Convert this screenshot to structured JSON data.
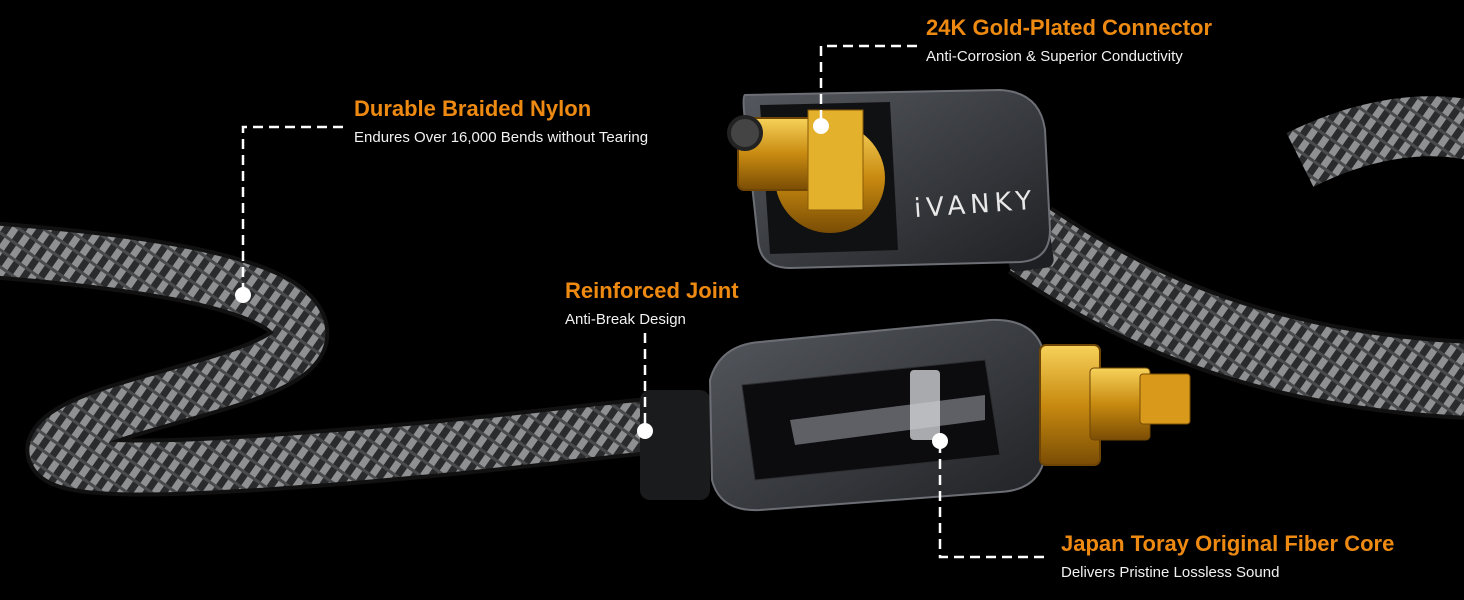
{
  "theme": {
    "background": "#000000",
    "accent": "#ee8a12",
    "text": "#ffffff",
    "gold": "#d8a21a",
    "housing": "#3a3d42"
  },
  "brand": {
    "logo_text": "iVANKY"
  },
  "callouts": {
    "nylon": {
      "title": "Durable Braided Nylon",
      "subtitle": "Endures Over 16,000 Bends without Tearing"
    },
    "gold": {
      "title": "24K Gold-Plated Connector",
      "subtitle": "Anti-Corrosion & Superior Conductivity"
    },
    "joint": {
      "title": "Reinforced Joint",
      "subtitle": "Anti-Break Design"
    },
    "fiber": {
      "title": "Japan Toray Original Fiber Core",
      "subtitle": "Delivers Pristine Lossless Sound"
    }
  }
}
